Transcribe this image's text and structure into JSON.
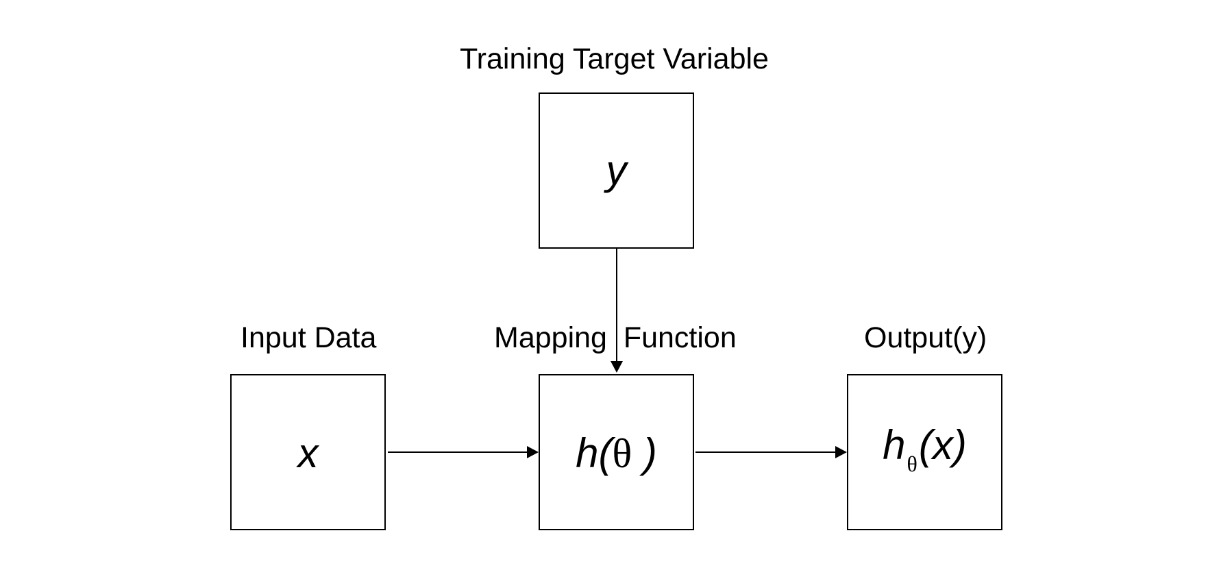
{
  "labels": {
    "top": "Training Target Variable",
    "input": "Input Data",
    "mapping": "Mapping  Function",
    "output": "Output(y)"
  },
  "boxes": {
    "target": {
      "text": "y"
    },
    "input": {
      "text": "x"
    },
    "mapping": {
      "prefix": "h(",
      "symbol": "θ",
      "suffix": " )"
    },
    "output": {
      "prefix": "h",
      "subscript": "θ",
      "suffix": "(x)"
    }
  }
}
